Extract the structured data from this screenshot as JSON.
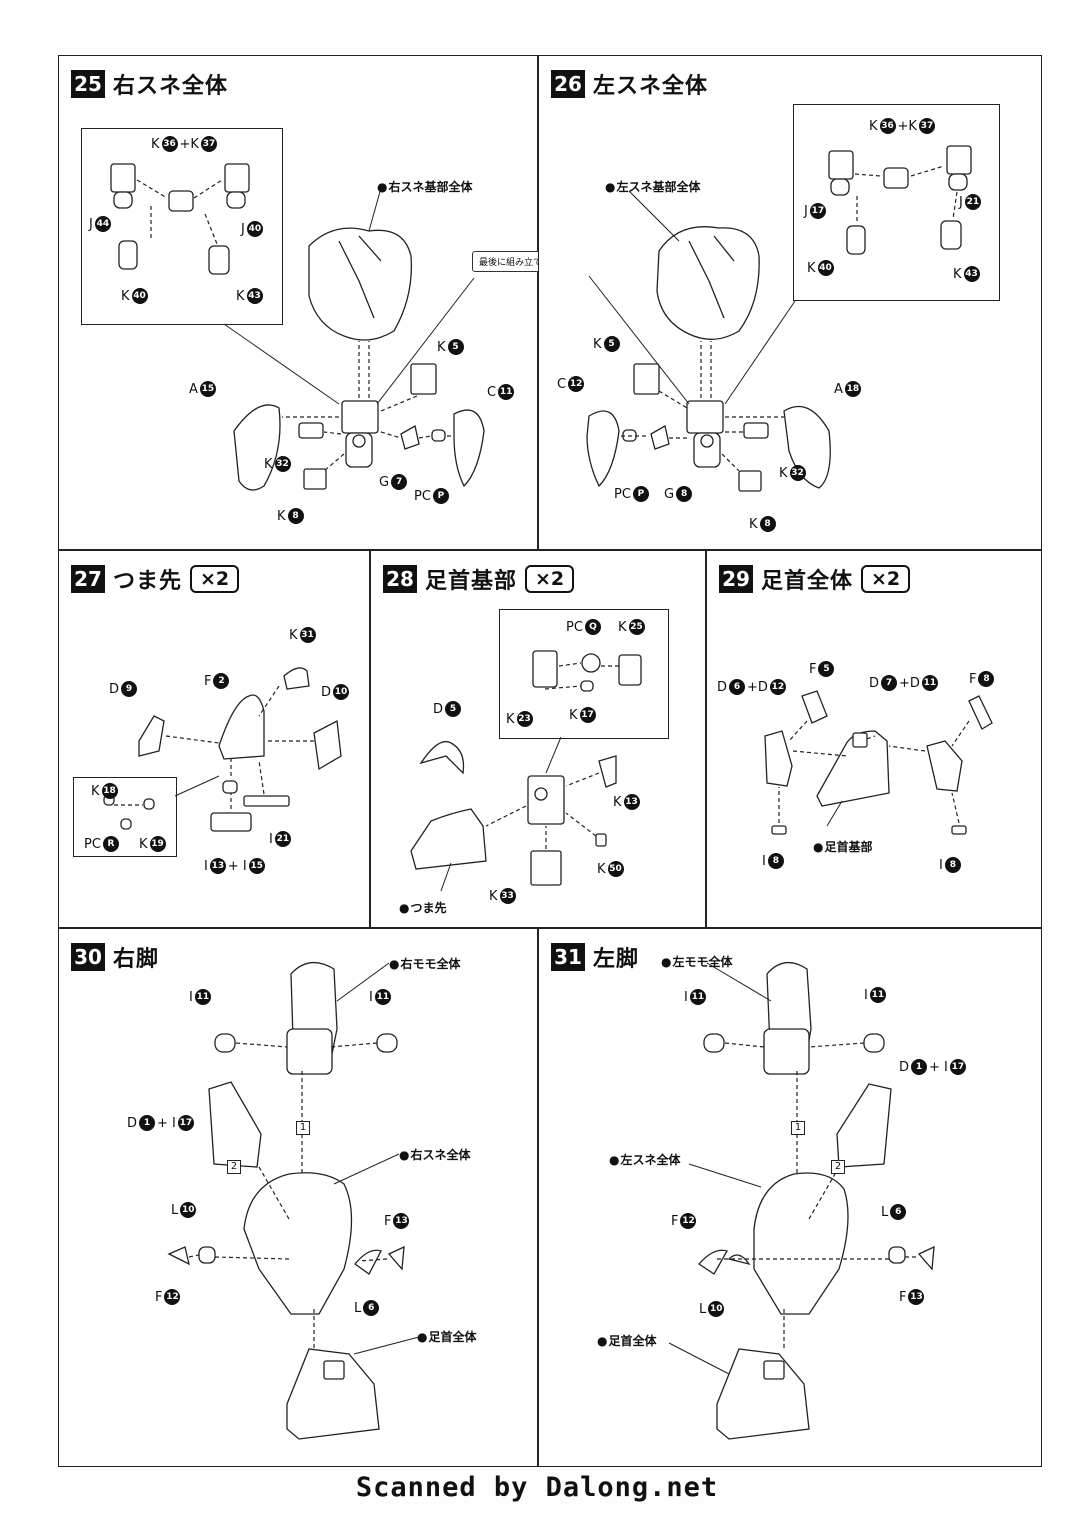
{
  "steps": [
    {
      "num": "25",
      "title": "右スネ全体"
    },
    {
      "num": "26",
      "title": "左スネ全体"
    },
    {
      "num": "27",
      "title": "つま先",
      "mult": "×2"
    },
    {
      "num": "28",
      "title": "足首基部",
      "mult": "×2"
    },
    {
      "num": "29",
      "title": "足首全体",
      "mult": "×2"
    },
    {
      "num": "30",
      "title": "右脚"
    },
    {
      "num": "31",
      "title": "左脚"
    }
  ],
  "assemblies": {
    "right_shin_base": "右スネ基部全体",
    "left_shin_base": "左スネ基部全体",
    "toe": "つま先",
    "ankle_base": "足首基部",
    "right_thigh": "右モモ全体",
    "left_thigh": "左モモ全体",
    "right_shin": "右スネ全体",
    "left_shin": "左スネ全体",
    "ankle": "足首全体"
  },
  "note_final": "最後に組み立てます。",
  "order_marks": [
    "1",
    "2"
  ],
  "footer": "Scanned by Dalong.net",
  "icon_names": [
    "part-number-circle-icon",
    "dashed-arrow-icon"
  ]
}
